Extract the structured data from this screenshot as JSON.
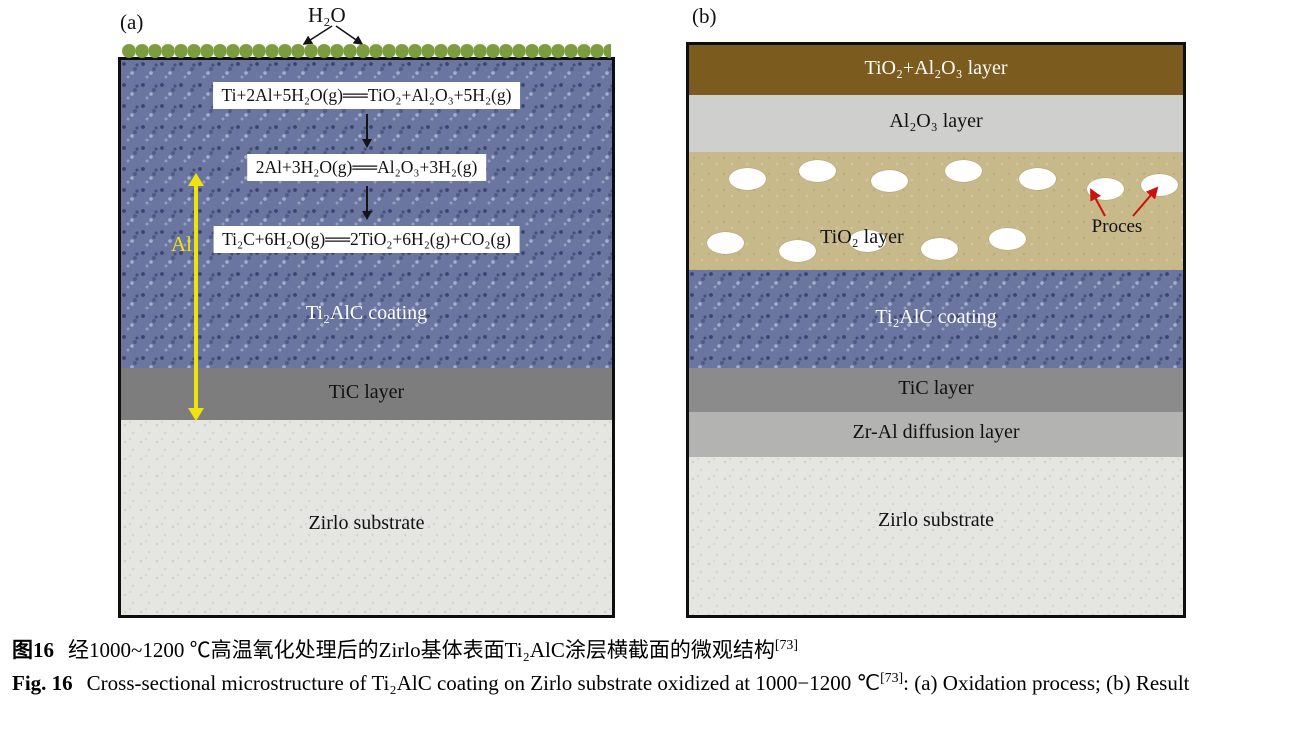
{
  "figure": {
    "panel_a": {
      "label": "(a)",
      "h2o_label": "H₂O",
      "al_label": "Al",
      "equations": [
        "Ti+2Al+5H₂O(g)══TiO₂+Al₂O₃+5H₂(g)",
        "2Al+3H₂O(g)══Al₂O₃+3H₂(g)",
        "Ti₂C+6H₂O(g)══2TiO₂+6H₂(g)+CO₂(g)"
      ],
      "layers": {
        "coating": "Ti₂AlC coating",
        "tic": "TiC layer",
        "substrate": "Zirlo substrate"
      }
    },
    "panel_b": {
      "label": "(b)",
      "pores_label": "Proces",
      "layers": {
        "tio2_al2o3": "TiO₂+Al₂O₃ layer",
        "al2o3": "Al₂O₃ layer",
        "tio2": "TiO₂ layer",
        "coating": "Ti₂AlC coating",
        "tic": "TiC layer",
        "zral": "Zr-Al diffusion layer",
        "substrate": "Zirlo substrate"
      }
    }
  },
  "caption": {
    "cn_prefix": "图16",
    "cn_text": "经1000~1200 ℃高温氧化处理后的Zirlo基体表面Ti₂AlC涂层横截面的微观结构",
    "cn_sup": "[73]",
    "en_prefix": "Fig. 16",
    "en_text": "Cross-sectional microstructure of Ti₂AlC coating on Zirlo substrate oxidized at 1000−1200 ℃",
    "en_sup": "[73]",
    "en_tail": ": (a) Oxidation process; (b) Result"
  },
  "colors": {
    "coating_blue": "#6a76a0",
    "tic_gray_a": "#7d7d7d",
    "tic_gray_b": "#8b8b8b",
    "substrate_gray": "#e5e5e1",
    "tio2_al2o3_brown": "#7b5b1e",
    "al2o3_gray": "#cfcfcd",
    "tio2_tan": "#c8b98a",
    "zral_gray": "#b3b3b1",
    "yellow_arrow": "#f0e20c",
    "pore_arrow_red": "#cc1111",
    "droplet_green": "#b9cf72"
  }
}
